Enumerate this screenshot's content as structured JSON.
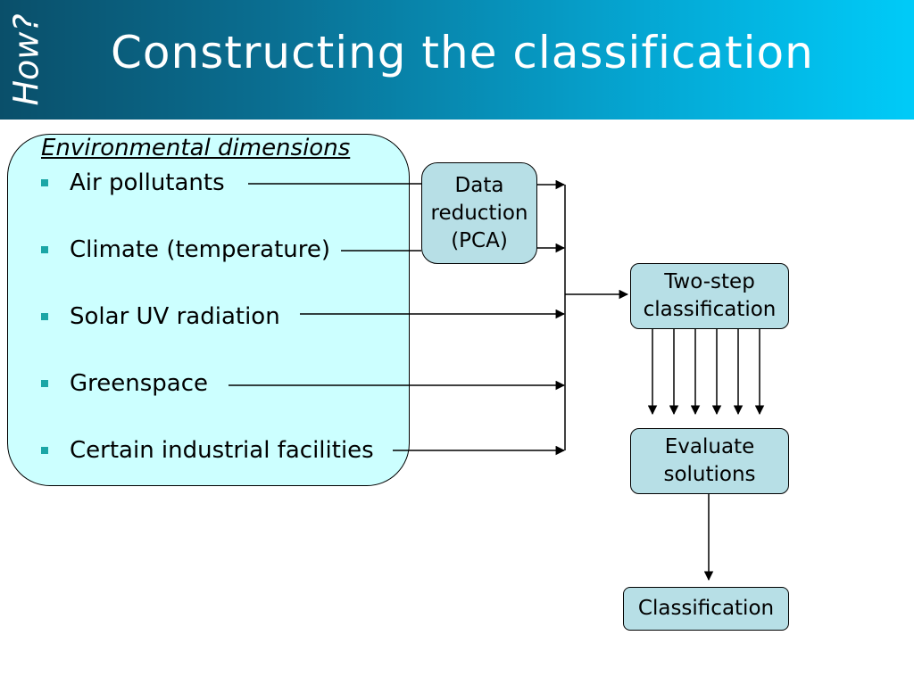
{
  "slide": {
    "side_label": "How?",
    "title": "Constructing the classification"
  },
  "environment": {
    "heading": "Environmental dimensions",
    "items": [
      "Air pollutants",
      "Climate (temperature)",
      "Solar UV radiation",
      "Greenspace",
      "Certain industrial facilities"
    ]
  },
  "flow": {
    "data_reduction": [
      "Data",
      "reduction",
      "(PCA)"
    ],
    "two_step": [
      "Two-step",
      "classification"
    ],
    "evaluate": [
      "Evaluate",
      "solutions"
    ],
    "classification": "Classification"
  },
  "colors": {
    "env_fill": "#ccffff",
    "box_fill": "#b7dfe6",
    "bullet": "#1aa6a6",
    "header_dark": "#0a4f6a",
    "header_light": "#00cbf8"
  }
}
